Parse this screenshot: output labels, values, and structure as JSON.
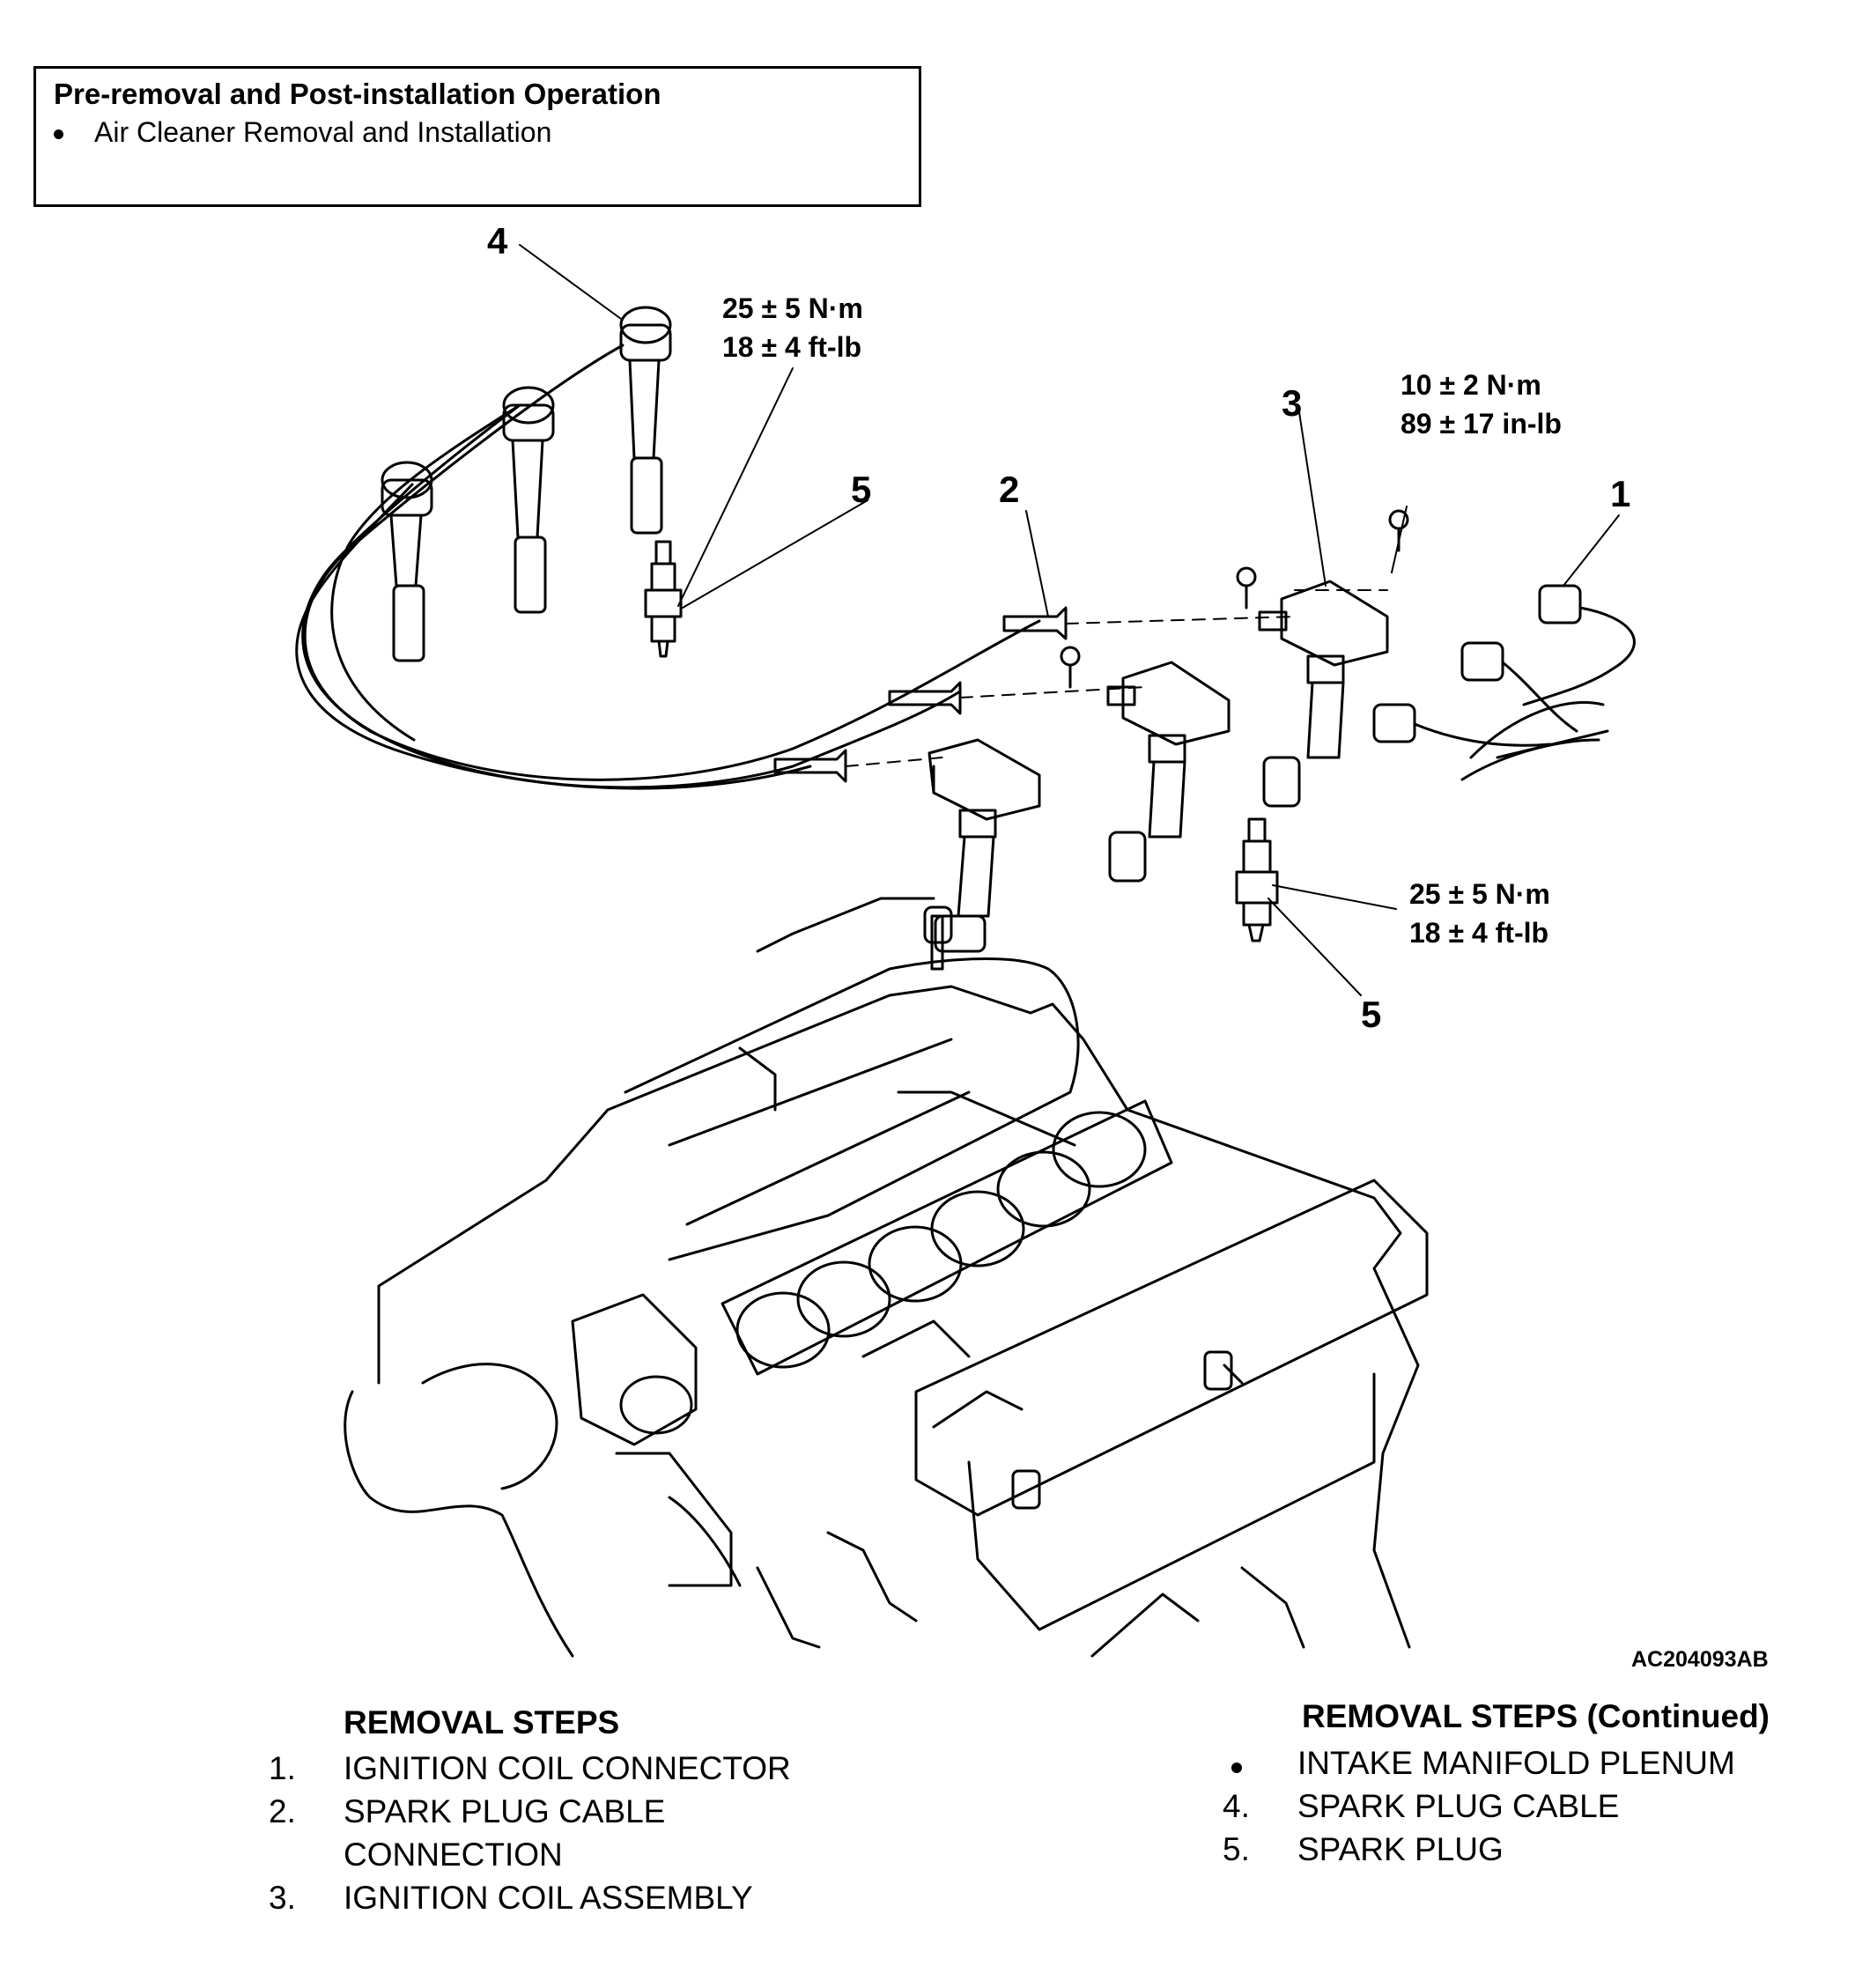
{
  "operation_box": {
    "title": "Pre-removal and Post-installation Operation",
    "items": [
      "Air Cleaner Removal and Installation"
    ]
  },
  "callouts": {
    "c1": "1",
    "c2": "2",
    "c3": "3",
    "c4": "4",
    "c5_upper": "5",
    "c5_lower": "5"
  },
  "torques": {
    "spark_plug_upper": {
      "metric": "25 ± 5 N·m",
      "imperial": "18 ± 4 ft-lb"
    },
    "coil_bolt": {
      "metric": "10 ± 2 N·m",
      "imperial": "89 ± 17 in-lb"
    },
    "spark_plug_lower": {
      "metric": "25 ± 5 N·m",
      "imperial": "18 ± 4 ft-lb"
    }
  },
  "figure_id": "AC204093AB",
  "removal_steps": {
    "title": "REMOVAL STEPS",
    "items": [
      {
        "num": "1.",
        "label": "IGNITION COIL CONNECTOR"
      },
      {
        "num": "2.",
        "label": "SPARK PLUG CABLE"
      },
      {
        "num": "",
        "label": "CONNECTION"
      },
      {
        "num": "3.",
        "label": "IGNITION COIL ASSEMBLY"
      }
    ]
  },
  "removal_steps_continued": {
    "title": "REMOVAL STEPS (Continued)",
    "items": [
      {
        "num": "",
        "label": "INTAKE MANIFOLD PLENUM",
        "bullet": true
      },
      {
        "num": "4.",
        "label": "SPARK PLUG CABLE"
      },
      {
        "num": "5.",
        "label": "SPARK PLUG"
      }
    ]
  }
}
